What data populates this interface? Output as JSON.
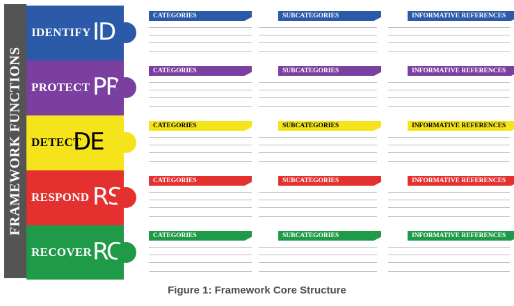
{
  "side_label": "FRAMEWORK FUNCTIONS",
  "functions": [
    {
      "name": "IDENTIFY",
      "abbr": "ID",
      "color": "#2b5ba8",
      "text_color": "#ffffff"
    },
    {
      "name": "PROTECT",
      "abbr": "PR",
      "color": "#7b3fa0",
      "text_color": "#ffffff"
    },
    {
      "name": "DETECT",
      "abbr": "DE",
      "color": "#f5e31c",
      "text_color": "#000000"
    },
    {
      "name": "RESPOND",
      "abbr": "RS",
      "color": "#e4312f",
      "text_color": "#ffffff"
    },
    {
      "name": "RECOVER",
      "abbr": "RC",
      "color": "#1f9a48",
      "text_color": "#ffffff"
    }
  ],
  "column_headers": [
    "CATEGORIES",
    "SUBCATEGORIES",
    "INFORMATIVE REFERENCES"
  ],
  "caption": "Figure 1: Framework Core Structure"
}
